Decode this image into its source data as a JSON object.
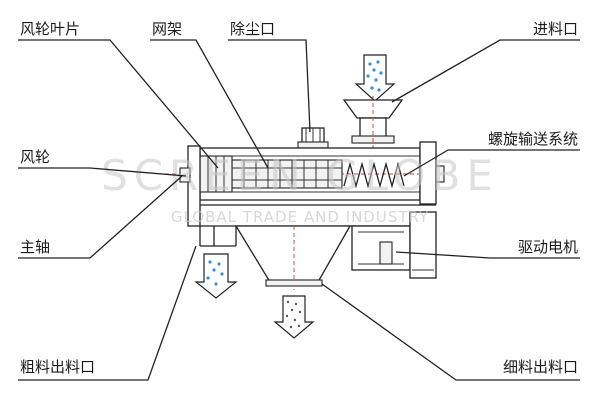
{
  "labels": {
    "fan_blade": "风轮叶片",
    "screen_frame": "网架",
    "dust_outlet": "除尘口",
    "feed_inlet": "进料口",
    "fan_wheel": "风轮",
    "screw_conveyor": "螺旋输送系统",
    "main_shaft": "主轴",
    "drive_motor": "驱动电机",
    "coarse_outlet": "粗料出料口",
    "fine_outlet": "细料出料口"
  },
  "watermark": {
    "line1": "SCREEN GLOBE",
    "line2": "GLOBAL TRADE AND INDUSTRY"
  }
}
